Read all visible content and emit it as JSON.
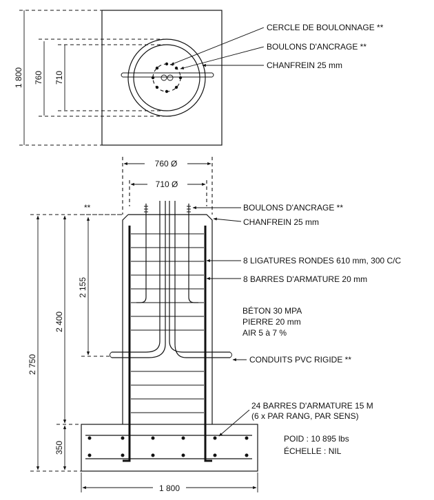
{
  "plan_view": {
    "dims": {
      "overall": "1 800",
      "outer": "760",
      "inner": "710"
    },
    "callouts": {
      "bolt_circle": "CERCLE DE BOULONNAGE **",
      "anchor_bolts": "BOULONS D'ANCRAGE **",
      "chamfer": "CHANFREIN 25 mm"
    }
  },
  "section_view": {
    "dims": {
      "pier_outer": "760 Ø",
      "pier_inner": "710 Ø",
      "total_height": "2 750",
      "pier_height": "2 400",
      "bolt_depth": "2 155",
      "footing_thickness": "350",
      "footing_width": "1 800",
      "bolt_marker": "**"
    },
    "callouts": {
      "anchor_bolts": "BOULONS D'ANCRAGE **",
      "chamfer": "CHANFREIN 25 mm",
      "ties": "8 LIGATURES RONDES 610 mm, 300 C/C",
      "vertical_bars": "8 BARRES D'ARMATURE 20 mm",
      "conduits": "CONDUITS PVC RIGIDE **",
      "footing_bars_1": "24 BARRES D'ARMATURE 15 M",
      "footing_bars_2": "(6 x PAR RANG, PAR SENS)"
    },
    "concrete_spec": [
      "BÉTON 30 MPA",
      "PIERRE 20 mm",
      "AIR 5 à 7 %"
    ],
    "weight": "POID : 10 895 lbs",
    "scale": "ÉCHELLE : NIL"
  }
}
